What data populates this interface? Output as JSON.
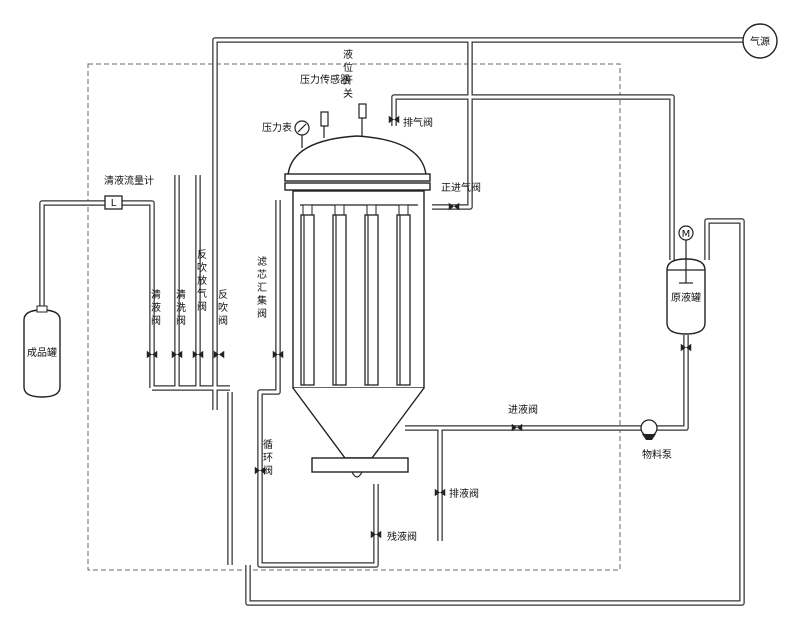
{
  "labels": {
    "gas_source": "气源",
    "pressure_sensor": "压力传感器",
    "level_switch": "液位开关",
    "pressure_gauge": "压力表",
    "vent_valve": "排气阀",
    "forward_inlet_valve": "正进气阀",
    "clear_liquid_flowmeter": "清液流量计",
    "flowmeter_symbol": "L",
    "product_tank": "成品罐",
    "clear_liquid_valve": "清液阀",
    "wash_valve": "清洗阀",
    "backblow_release_valve": "反吹放气阀",
    "backblow_valve": "反吹阀",
    "element_header_valve": "滤芯汇集阀",
    "raw_liquid_tank": "原液罐",
    "motor_symbol": "M",
    "feed_valve": "进液阀",
    "material_pump": "物料泵",
    "drain_valve": "排液阀",
    "circulation_valve": "循环阀",
    "residual_valve": "残液阀"
  }
}
